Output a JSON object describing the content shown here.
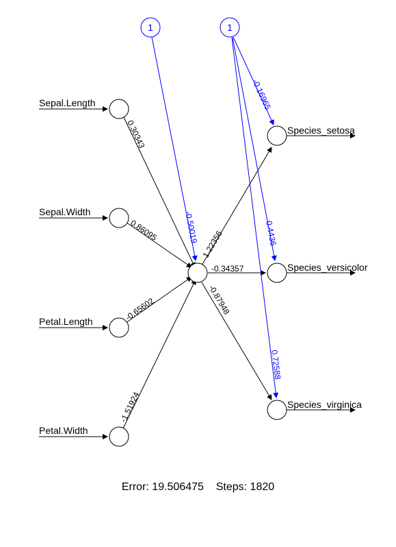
{
  "colors": {
    "black": "#000000",
    "bias": "#0000ff"
  },
  "inputs": [
    "Sepal.Length",
    "Sepal.Width",
    "Petal.Length",
    "Petal.Width"
  ],
  "outputs": [
    "Species_setosa",
    "Species_versicolor",
    "Species_virginica"
  ],
  "bias_nodes": [
    "1",
    "1"
  ],
  "weights": {
    "input_to_hidden": [
      "0.30343",
      "0.86095",
      "-0.65602",
      "-1.51924"
    ],
    "bias_to_hidden": "-0.50019",
    "hidden_to_output": [
      "1.22356",
      "-0.34357",
      "-0.87948"
    ],
    "bias_to_output": [
      "-0.16965",
      "0.4436",
      "0.72588"
    ]
  },
  "footer": {
    "error_label": "Error:",
    "error_value": "19.506475",
    "steps_label": "Steps:",
    "steps_value": "1820"
  }
}
